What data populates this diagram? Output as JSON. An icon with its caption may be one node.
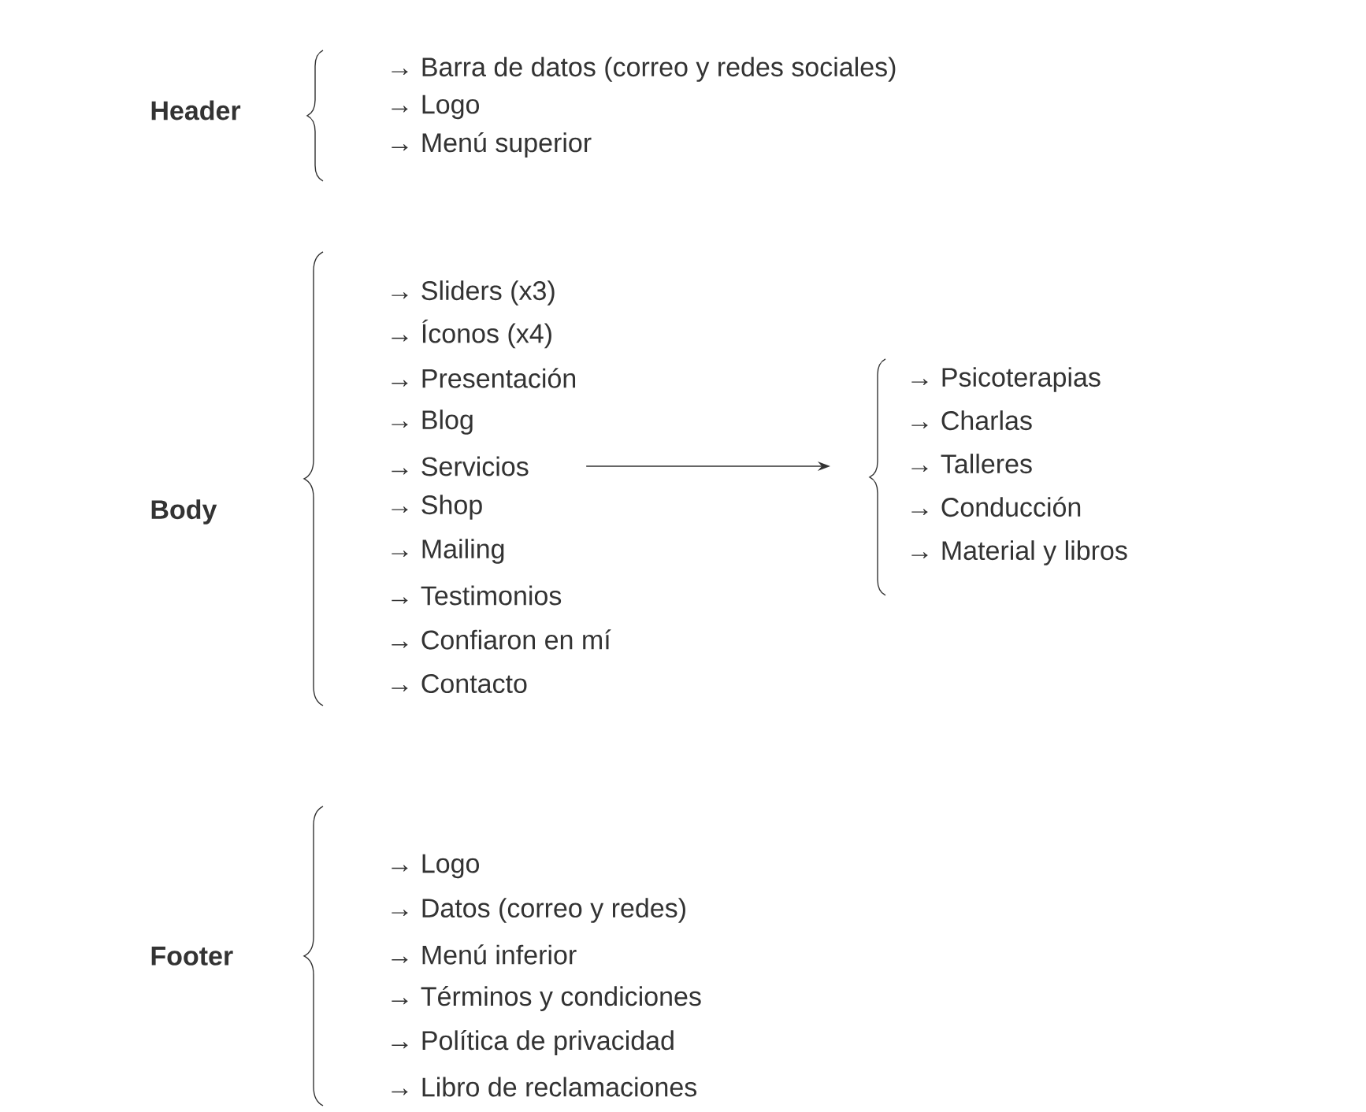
{
  "diagram": {
    "nodes": [
      {
        "text": [
          "→ Servicios"
        ]
      },
      {
        "text": [
          "→ Psicoterapias",
          "→ Charlas",
          "→ Talleres",
          "→ Conducción",
          "→ Material y libros"
        ]
      }
    ],
    "edges": [
      {
        "from": 0,
        "to": 1,
        "arrow": "to"
      }
    ],
    "labels": [
      "Header",
      "→ Barra de datos (correo y redes sociales)",
      "→ Logo",
      "→ Menú superior",
      "Body",
      "→ Sliders (x3)",
      "→ Íconos (x4)",
      "→ Presentación",
      "→ Blog",
      "→ Shop",
      "→ Mailing",
      "→ Testimonios",
      "→ Confiaron en mí",
      "→ Contacto",
      "Footer",
      "→ Logo",
      "→ Datos (correo y redes)",
      "→ Menú inferior",
      "→ Términos y condiciones",
      "→ Política de privacidad",
      "→ Libro de reclamaciones"
    ]
  }
}
